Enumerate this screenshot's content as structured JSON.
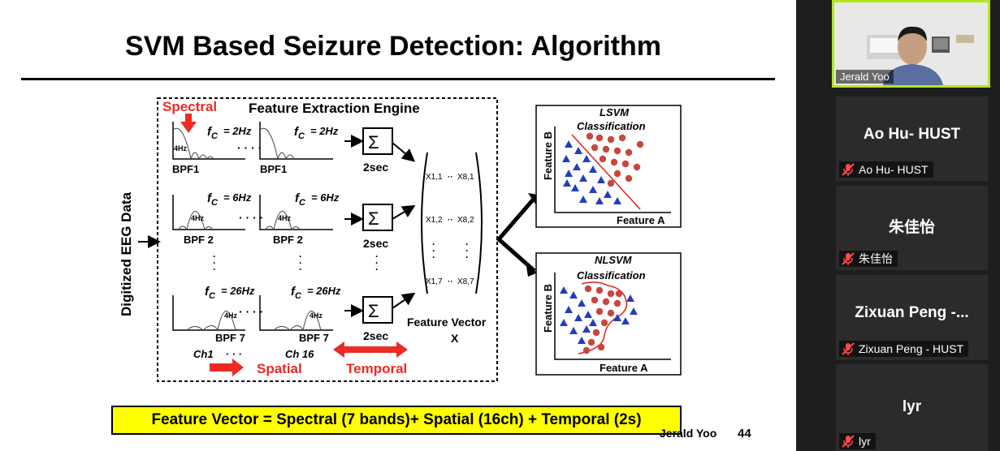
{
  "slide": {
    "title": "SVM Based Seizure Detection: Algorithm",
    "banner": "Feature Vector = Spectral (7 bands)+ Spatial (16ch) + Temporal (2s)",
    "speaker": "Jerald Yoo",
    "page_number": "44"
  },
  "diagram": {
    "input_label": "Digitized EEG Data",
    "engine_title": "Feature Extraction Engine",
    "spectral_label": "Spectral",
    "spatial_label": "Spatial",
    "temporal_label": "Temporal",
    "channels": [
      "Ch1",
      "Ch 16"
    ],
    "filters": [
      {
        "fc": "= 2Hz",
        "bpf": "BPF1",
        "bw": "4Hz"
      },
      {
        "fc": "= 6Hz",
        "bpf": "BPF 2",
        "bw": "4Hz"
      },
      {
        "fc": "= 26Hz",
        "bpf": "BPF 7",
        "bw": "4Hz"
      }
    ],
    "integrator_label": "2sec",
    "matrix_rows": [
      [
        "X1,1",
        "X8,1"
      ],
      [
        "X1,2",
        "X8,2"
      ],
      [
        "X1,7",
        "X8,7"
      ]
    ],
    "feature_vector_label": "Feature Vector",
    "feature_vector_symbol": "X",
    "plots": [
      {
        "title": "LSVM",
        "subtitle": "Classification",
        "xlabel": "Feature A",
        "ylabel": "Feature B"
      },
      {
        "title": "NLSVM",
        "subtitle": "Classification",
        "xlabel": "Feature A",
        "ylabel": "Feature B"
      }
    ],
    "colors": {
      "accent_red": "#ee2a24",
      "triangle_blue": "#1f3fbf",
      "dot_red": "#c8463c"
    }
  },
  "participants": {
    "active_speaker": "Jerald Yoo",
    "tiles": [
      {
        "display_name": "Ao Hu- HUST",
        "tag": "Ao Hu- HUST"
      },
      {
        "display_name": "朱佳怡",
        "tag": "朱佳怡"
      },
      {
        "display_name": "Zixuan Peng -...",
        "tag": "Zixuan Peng - HUST"
      },
      {
        "display_name": "lyr",
        "tag": "lyr"
      }
    ]
  }
}
